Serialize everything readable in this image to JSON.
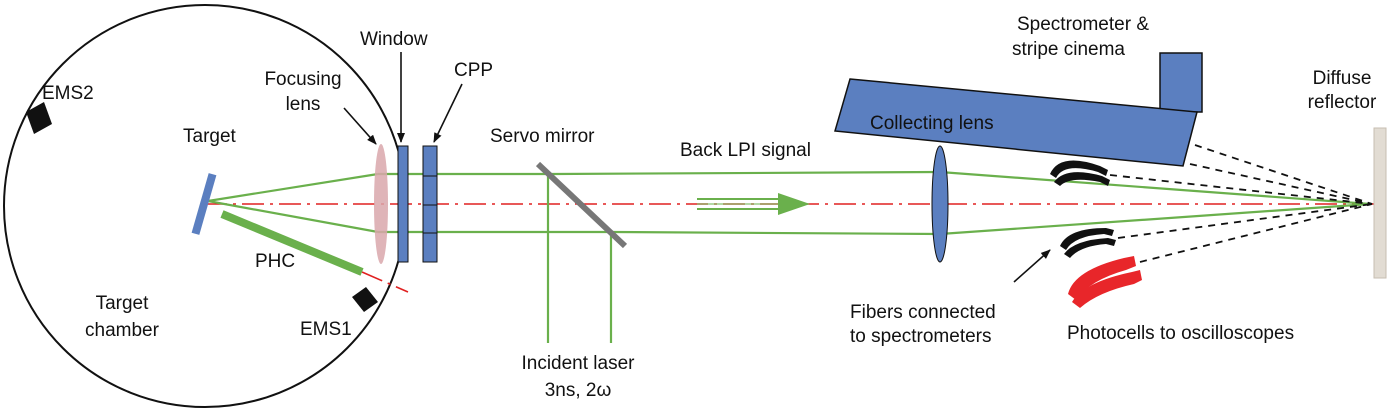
{
  "labels": {
    "window": "Window",
    "focusing_lens_1": "Focusing",
    "focusing_lens_2": "lens",
    "cpp": "CPP",
    "ems2": "EMS2",
    "target": "Target",
    "servo_mirror": "Servo mirror",
    "back_lpi": "Back LPI signal",
    "collecting_lens": "Collecting lens",
    "spectrometer_1": "Spectrometer &",
    "spectrometer_2": "stripe cinema",
    "diffuse_1": "Diffuse",
    "diffuse_2": "reflector",
    "phc": "PHC",
    "target_chamber_1": "Target",
    "target_chamber_2": "chamber",
    "ems1": "EMS1",
    "incident_1": "Incident laser",
    "incident_2": "3ns, 2ω",
    "fibers_1": "Fibers connected",
    "fibers_2": "to spectrometers",
    "photocells": "Photocells to oscilloscopes"
  },
  "colors": {
    "beam": "#6ab04c",
    "optic_blue": "#5b7fc0",
    "lens_pink": "#d9a7ab",
    "axis_red": "#e02020",
    "photocell_red": "#e8262a",
    "fiber_black": "#111111",
    "reflector": "#e2dcd3"
  }
}
